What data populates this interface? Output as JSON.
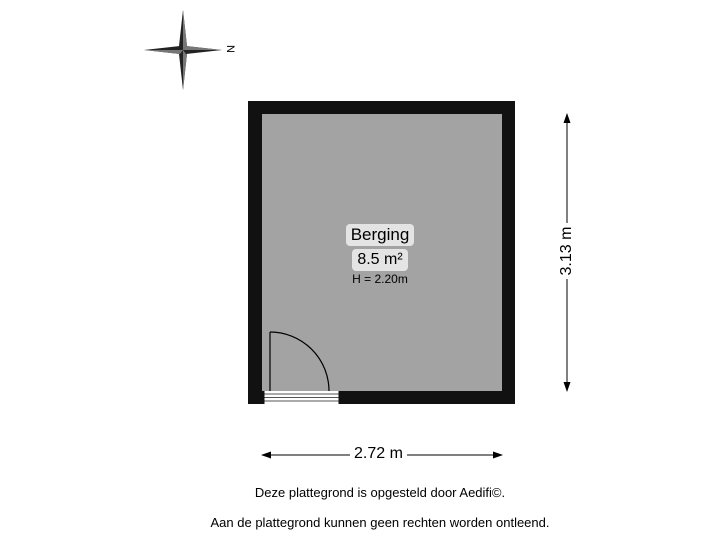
{
  "room": {
    "name": "Berging",
    "area": "8.5 m²",
    "height": "H = 2.20m"
  },
  "dimensions": {
    "width": "2.72 m",
    "height": "3.13 m"
  },
  "compass": {
    "north_letter": "N"
  },
  "footer": {
    "line1": "Deze plattegrond is opgesteld door Aedifi©.",
    "line2": "Aan de plattegrond kunnen geen rechten worden ontleend."
  },
  "colors": {
    "wall": "#111111",
    "floor": "#a3a3a3",
    "label_bg": "#e4e4e4"
  }
}
